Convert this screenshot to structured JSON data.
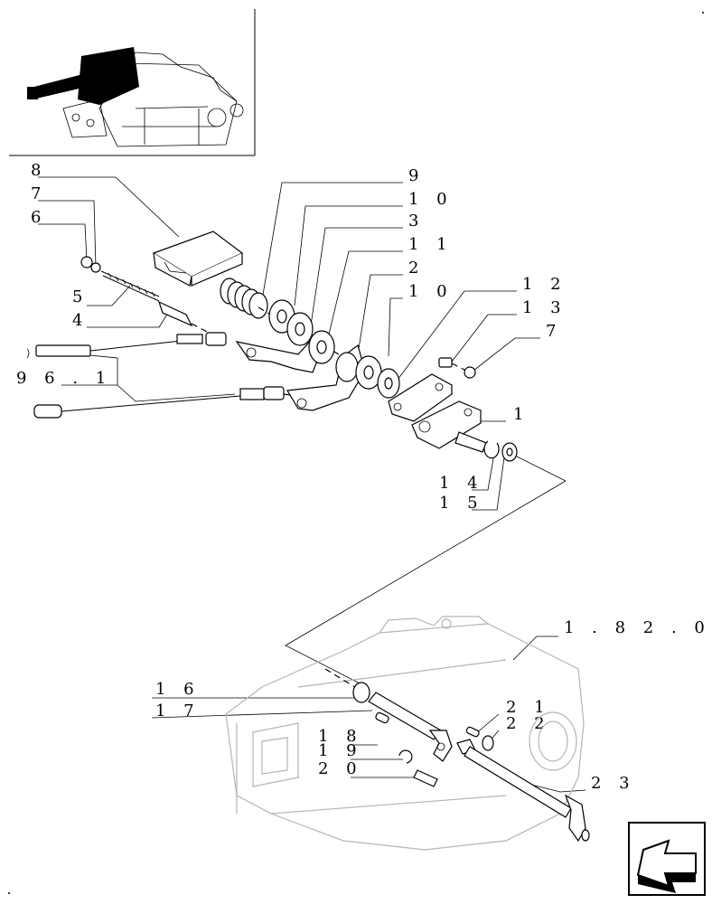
{
  "callouts": {
    "c8": "8",
    "c7a": "7",
    "c6": "6",
    "c5": "5",
    "c4": "4",
    "c961": "9 6 . 1",
    "c9": "9",
    "c10a": "1 0",
    "c3": "3",
    "c11": "1 1",
    "c2": "2",
    "c10b": "1 0",
    "c12": "1 2",
    "c13": "1 3",
    "c7b": "7",
    "c1": "1",
    "c14": "1 4",
    "c15": "1 5",
    "c1820": "1 . 8 2 . 0",
    "c16": "1 6",
    "c17": "1 7",
    "c18": "1 8",
    "c19": "1 9",
    "c20": "2 0",
    "c21": "2 1",
    "c22": "2 2",
    "c23": "2 3"
  },
  "colors": {
    "line": "#000000",
    "ghost": "#b4b4b4",
    "fill": "#000000"
  },
  "icons": {
    "nav": "arrow-back-icon"
  }
}
